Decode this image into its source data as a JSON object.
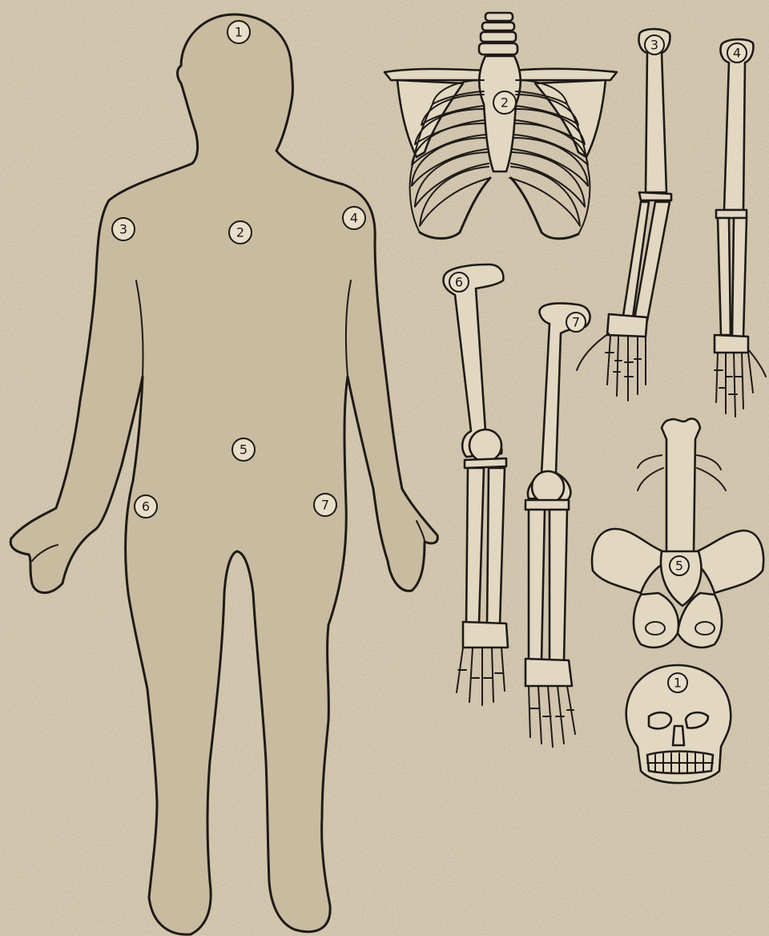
{
  "colors": {
    "paper": "#d6cab2",
    "ink": "#1e1a16",
    "bone_fill": "#e2d8c2"
  },
  "figure_markers": [
    {
      "id": "head",
      "label": "1"
    },
    {
      "id": "chest",
      "label": "2"
    },
    {
      "id": "right-shoulder",
      "label": "3"
    },
    {
      "id": "left-shoulder",
      "label": "4"
    },
    {
      "id": "abdomen",
      "label": "5"
    },
    {
      "id": "right-thigh",
      "label": "6"
    },
    {
      "id": "left-thigh",
      "label": "7"
    }
  ],
  "skeleton_markers": [
    {
      "id": "skull",
      "label": "1"
    },
    {
      "id": "ribcage",
      "label": "2"
    },
    {
      "id": "right-arm-bones",
      "label": "3"
    },
    {
      "id": "left-arm-bones",
      "label": "4"
    },
    {
      "id": "pelvis-spine",
      "label": "5"
    },
    {
      "id": "right-leg-bones",
      "label": "6"
    },
    {
      "id": "left-leg-bones",
      "label": "7"
    }
  ]
}
